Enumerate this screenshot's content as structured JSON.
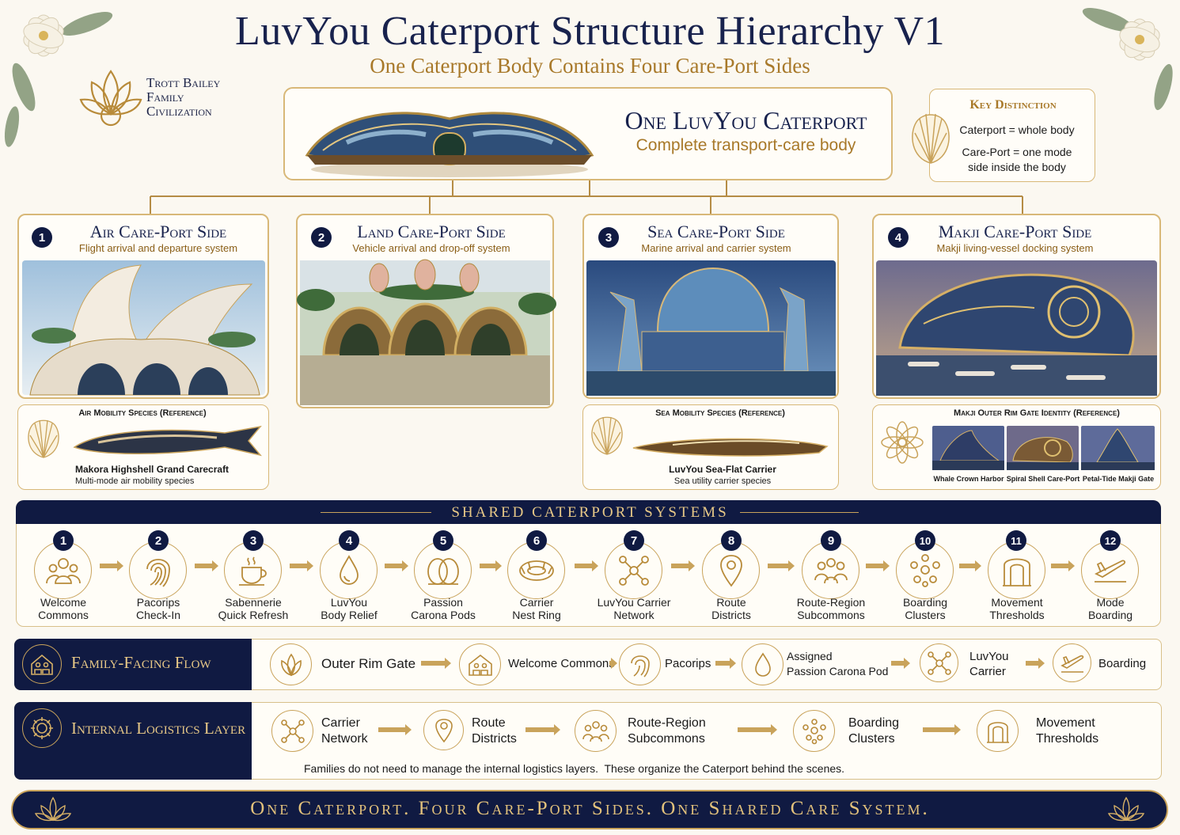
{
  "title": "LuvYou Caterport Structure Hierarchy V1",
  "subtitle": "One Caterport Body Contains Four Care-Port Sides",
  "brand": {
    "line1": "Trott Bailey",
    "line2": "Family",
    "line3": "Civilization"
  },
  "main": {
    "title": "One LuvYou Caterport",
    "subtitle": "Complete transport-care body"
  },
  "key": {
    "title": "Key Distinction",
    "line1": "Caterport = whole body",
    "line2": "Care-Port = one mode",
    "line3": "side inside the body"
  },
  "sides": [
    {
      "num": "1",
      "title": "Air Care-Port Side",
      "desc": "Flight arrival and departure system"
    },
    {
      "num": "2",
      "title": "Land Care-Port Side",
      "desc": "Vehicle arrival and drop-off system"
    },
    {
      "num": "3",
      "title": "Sea Care-Port Side",
      "desc": "Marine arrival and carrier system"
    },
    {
      "num": "4",
      "title": "Makji Care-Port Side",
      "desc": "Makji living-vessel docking system"
    }
  ],
  "refs": {
    "air": {
      "heading": "Air Mobility Species (Reference)",
      "name": "Makora Highshell Grand Carecraft",
      "desc": "Multi-mode air mobility species"
    },
    "sea": {
      "heading": "Sea Mobility Species (Reference)",
      "name": "LuvYou Sea-Flat Carrier",
      "desc": "Sea utility carrier species"
    },
    "makji": {
      "heading": "Makji Outer Rim Gate Identity (Reference)",
      "captions": [
        "Whale Crown Harbor",
        "Spiral Shell Care-Port",
        "Petal-Tide Makji Gate"
      ]
    }
  },
  "shared": {
    "heading": "Shared Caterport Systems",
    "items": [
      {
        "num": "1",
        "line1": "Welcome",
        "line2": "Commons"
      },
      {
        "num": "2",
        "line1": "Pacorips",
        "line2": "Check-In"
      },
      {
        "num": "3",
        "line1": "Sabennerie",
        "line2": "Quick Refresh"
      },
      {
        "num": "4",
        "line1": "LuvYou",
        "line2": "Body Relief"
      },
      {
        "num": "5",
        "line1": "Passion",
        "line2": "Carona Pods"
      },
      {
        "num": "6",
        "line1": "Carrier",
        "line2": "Nest Ring"
      },
      {
        "num": "7",
        "line1": "LuvYou Carrier",
        "line2": "Network"
      },
      {
        "num": "8",
        "line1": "Route",
        "line2": "Districts"
      },
      {
        "num": "9",
        "line1": "Route-Region",
        "line2": "Subcommons"
      },
      {
        "num": "10",
        "line1": "Boarding",
        "line2": "Clusters"
      },
      {
        "num": "11",
        "line1": "Movement",
        "line2": "Thresholds"
      },
      {
        "num": "12",
        "line1": "Mode",
        "line2": "Boarding"
      }
    ]
  },
  "family_flow": {
    "title": "Family-Facing Flow",
    "steps": [
      "Outer Rim Gate",
      "Welcome Commons",
      "Pacorips",
      "Assigned\nPassion Carona Pod",
      "LuvYou\nCarrier",
      "Boarding"
    ]
  },
  "logistics": {
    "title": "Internal Logistics Layer",
    "steps": [
      "Carrier\nNetwork",
      "Route\nDistricts",
      "Route-Region\nSubcommons",
      "Boarding\nClusters",
      "Movement\nThresholds"
    ],
    "note": "Families do not need to manage the internal logistics layers.  These organize the Caterport behind the scenes."
  },
  "footer": "One Caterport. Four Care-Port Sides. One Shared Care System.",
  "colors": {
    "navy": "#101a42",
    "gold": "#a8792a",
    "cream": "#fbf8f1"
  }
}
